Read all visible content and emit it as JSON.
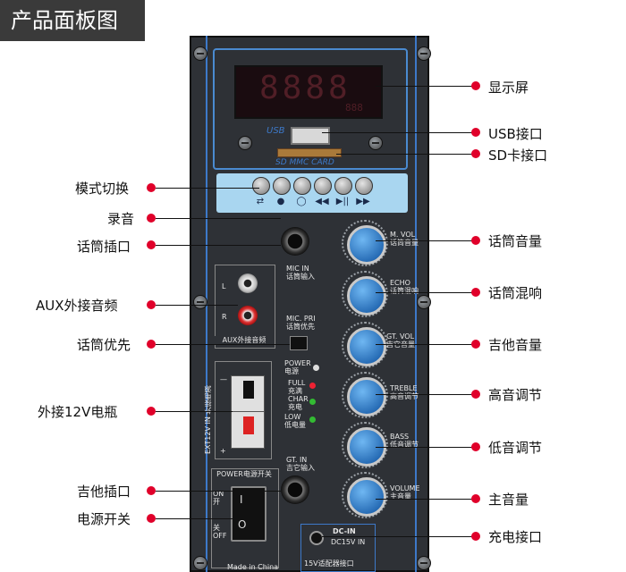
{
  "header": {
    "title": "产品面板图"
  },
  "display": {
    "digits": "8888",
    "small_digits": "888",
    "usb_label": "USB",
    "sd_label": "SD MMC CARD"
  },
  "buttons": {
    "symbols": [
      "",
      "⇄",
      "●",
      "◯",
      "◀◀",
      "▶||",
      "▶▶"
    ]
  },
  "panel": {
    "mic_in": "MIC IN\n话筒输入",
    "mic_pr": "MIC. PRI\n话筒优先",
    "aux_box": "AUX外接音频",
    "aux_l": "L",
    "aux_r": "R",
    "power_led": "POWER\n电源",
    "full_led": "FULL\n充满",
    "char_led": "CHAR\n充电",
    "low_led": "LOW\n低电量",
    "ext12v": "EXT12V IN 外接电源",
    "ext_minus": "—",
    "ext_plus": "+",
    "gt_in": "GT. IN\n吉它输入",
    "power_sw": "POWER电源开关",
    "sw_on": "ON\n开",
    "sw_off": "关\nOFF",
    "sw_o": "O",
    "sw_i": "I",
    "dc_in": "DC-IN",
    "dc_15v": "DC15V IN",
    "dc_adapter": "15V适配器接口",
    "made_in": "Made in China",
    "knobs": [
      "M. VOL\n话筒音量",
      "ECHO\n话筒混响",
      "GT. VOL\n吉它音量",
      "TREBLE\n高音调节",
      "BASS\n低音调节",
      "VOLUME\n主音量"
    ]
  },
  "callouts_left": [
    "模式切换",
    "录音",
    "话筒插口",
    "AUX外接音频",
    "话筒优先",
    "外接12V电瓶",
    "吉他插口",
    "电源开关"
  ],
  "callouts_right": [
    "显示屏",
    "USB接口",
    "SD卡接口",
    "话筒音量",
    "话筒混响",
    "吉他音量",
    "高音调节",
    "低音调节",
    "主音量",
    "充电接口"
  ]
}
